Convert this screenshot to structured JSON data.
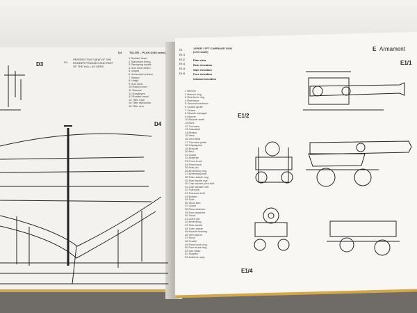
{
  "left": {
    "d3_label": "D3",
    "d4_label": "D4",
    "d4_heading": "D4",
    "tiller_heading": "TILLER – PLAN (1/48 scale)",
    "perspective_code": "D3",
    "perspective_text": "PERSPECTIVE VIEW OF THE RUDDER PENDANT AND PART OF THE HULL AS SEEN",
    "tiller_parts": [
      "Rudder head",
      "Stanchion fixing",
      "Steadying tackle",
      "Gun deck beam",
      "Dogrip",
      "Horizontal sheave",
      "Sweep",
      "Ledge",
      "Gun deck",
      "Hatch cover",
      "Sheave",
      "Deadeyes",
      "Rudder head",
      "Tiller rope",
      "Tiller stanchion",
      "Tiller arm"
    ]
  },
  "right": {
    "section_letter": "E",
    "section_title": "Armament",
    "carriage_codes": [
      "E1",
      "E1/1",
      "E1/2",
      "E1/3",
      "E1/4",
      "E1/5"
    ],
    "carriage_title": "12PDR 17FT CARRIAGE GUN (1/24 scale)",
    "view_titles": [
      "Plan view",
      "Rear elevation",
      "Side elevation",
      "Fore elevation",
      "Inboard elevation"
    ],
    "label_e1_1": "E1/1",
    "label_e1_2": "E1/2",
    "label_e1_4": "E1/4",
    "parts": [
      "Breech",
      "Breech ring",
      "Reinforce ring",
      "Reinforce",
      "Second reinforce",
      "Chase girdle",
      "Chase",
      "Muzzle astragal",
      "Muzzle",
      "Muzzle swell",
      "Bore",
      "Trunnion",
      "Cascabel",
      "Button",
      "Vent",
      "Vent field",
      "Trunnion plate",
      "Capsquare",
      "Bracket",
      "Bed",
      "Quoin",
      "Axletree",
      "Front truck",
      "Rear truck",
      "Axle pin",
      "Breeching ring",
      "Breeching bolt",
      "Train tackle ring",
      "Side tackle eye",
      "Cap square joint bolt",
      "Cap square bolt",
      "Transom",
      "Transom bolt",
      "Bolster",
      "Sole",
      "Stool bed",
      "Quoin",
      "Rear axletree",
      "Fore axletree",
      "Truck",
      "Linch pin",
      "Breeching",
      "Side tackle",
      "Train tackle",
      "Muzzle lashing",
      "Vent apron",
      "Stool",
      "Cradle",
      "Rear truck ring",
      "Fore truck ring",
      "Iron strap",
      "Staples",
      "Axletree stay"
    ]
  }
}
